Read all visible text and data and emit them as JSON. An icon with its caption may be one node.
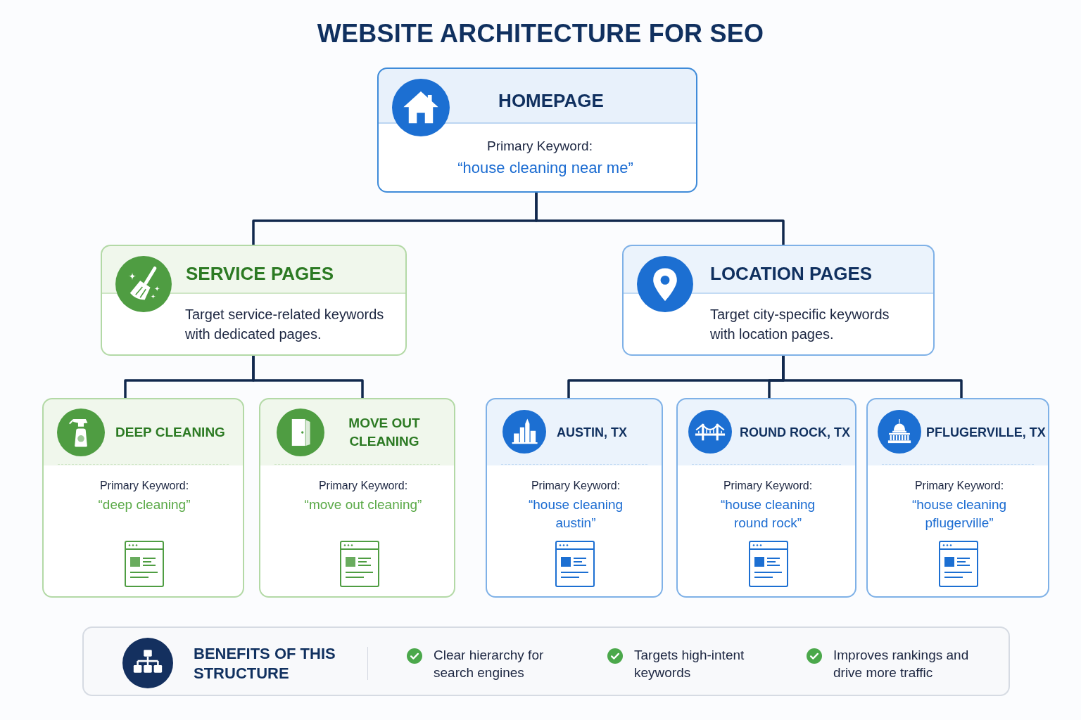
{
  "diagram": {
    "title": "WEBSITE ARCHITECTURE FOR SEO",
    "nodes": [
      {
        "text": [
          "HOMEPAGE",
          "Primary Keyword:",
          "“house cleaning near me”"
        ]
      },
      {
        "text": [
          "SERVICE PAGES",
          "Target service-related keywords with dedicated pages."
        ]
      },
      {
        "text": [
          "LOCATION PAGES",
          "Target city-specific keywords with location pages."
        ]
      },
      {
        "text": [
          "DEEP CLEANING",
          "Primary Keyword:",
          "“deep cleaning”"
        ]
      },
      {
        "text": [
          "MOVE OUT CLEANING",
          "Primary Keyword:",
          "“move out cleaning”"
        ]
      },
      {
        "text": [
          "AUSTIN, TX",
          "Primary Keyword:",
          "“house cleaning austin”"
        ]
      },
      {
        "text": [
          "ROUND ROCK, TX",
          "Primary Keyword:",
          "“house cleaning round rock”"
        ]
      },
      {
        "text": [
          "PFLUGERVILLE, TX",
          "Primary Keyword:",
          "“house cleaning pflugerville”"
        ]
      },
      {
        "text": [
          "BENEFITS OF THIS STRUCTURE",
          "Clear hierarchy for search engines",
          "Targets high-intent keywords",
          "Improves rankings and drive more traffic"
        ]
      }
    ],
    "edges": [
      {
        "from": 0,
        "to": 1,
        "arrow": "none"
      },
      {
        "from": 0,
        "to": 2,
        "arrow": "none"
      },
      {
        "from": 1,
        "to": 3,
        "arrow": "none"
      },
      {
        "from": 1,
        "to": 4,
        "arrow": "none"
      },
      {
        "from": 2,
        "to": 5,
        "arrow": "none"
      },
      {
        "from": 2,
        "to": 6,
        "arrow": "none"
      },
      {
        "from": 2,
        "to": 7,
        "arrow": "none"
      }
    ]
  }
}
